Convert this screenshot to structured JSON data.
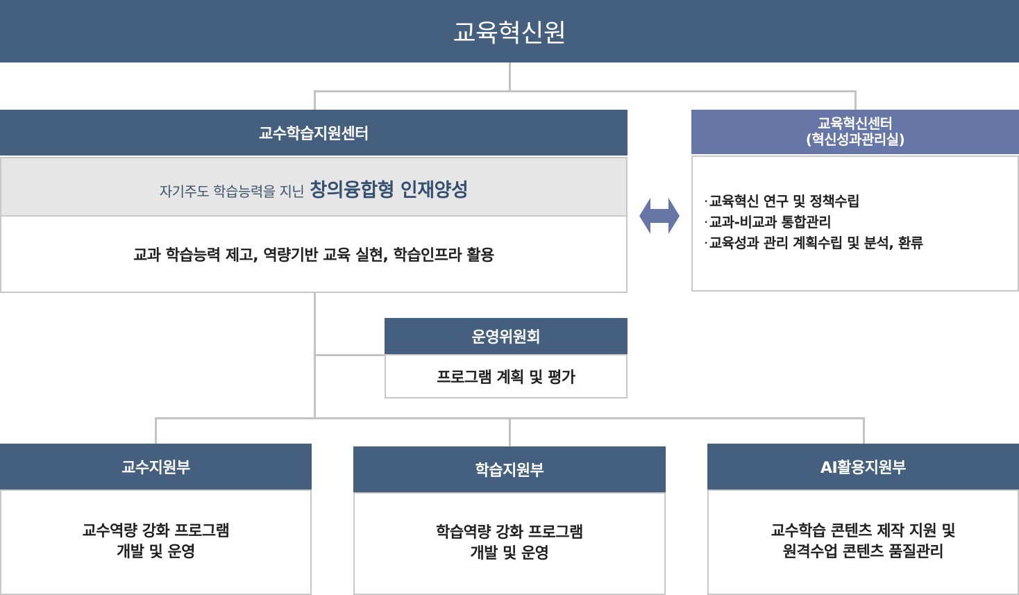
{
  "top": {
    "title": "교육혁신원"
  },
  "center_left": {
    "title": "교수학습지원센터",
    "mission_light": "자기주도 학습능력을 지닌",
    "mission_strong": "창의융합형 인재양성",
    "description": "교과 학습능력 제고, 역량기반 교육 실현, 학습인프라 활용"
  },
  "center_right": {
    "title_line1": "교육혁신센터",
    "title_line2": "(혁신성과관리실)",
    "duties": [
      "교육혁신 연구 및 정책수립",
      "교과-비교과 통합관리",
      "교육성과 관리 계획수립 및 분석, 환류"
    ]
  },
  "committee": {
    "title": "운영위원회",
    "description": "프로그램 계획 및 평가"
  },
  "departments": [
    {
      "title": "교수지원부",
      "line1": "교수역량 강화 프로그램",
      "line2": "개발 및 운영"
    },
    {
      "title": "학습지원부",
      "line1": "학습역량 강화 프로그램",
      "line2": "개발 및 운영"
    },
    {
      "title": "AI활용지원부",
      "line1": "교수학습 콘텐츠 제작 지원 및",
      "line2": "원격수업 콘텐츠 품질관리"
    }
  ],
  "colors": {
    "header_dark": "#44607e",
    "header_light": "#6676a6",
    "mission_bg": "#e6e6e6",
    "connector": "#c3c3c3",
    "arrow": "#6676a6"
  },
  "icons": {
    "link_arrow": "double-headed-arrow-icon"
  }
}
